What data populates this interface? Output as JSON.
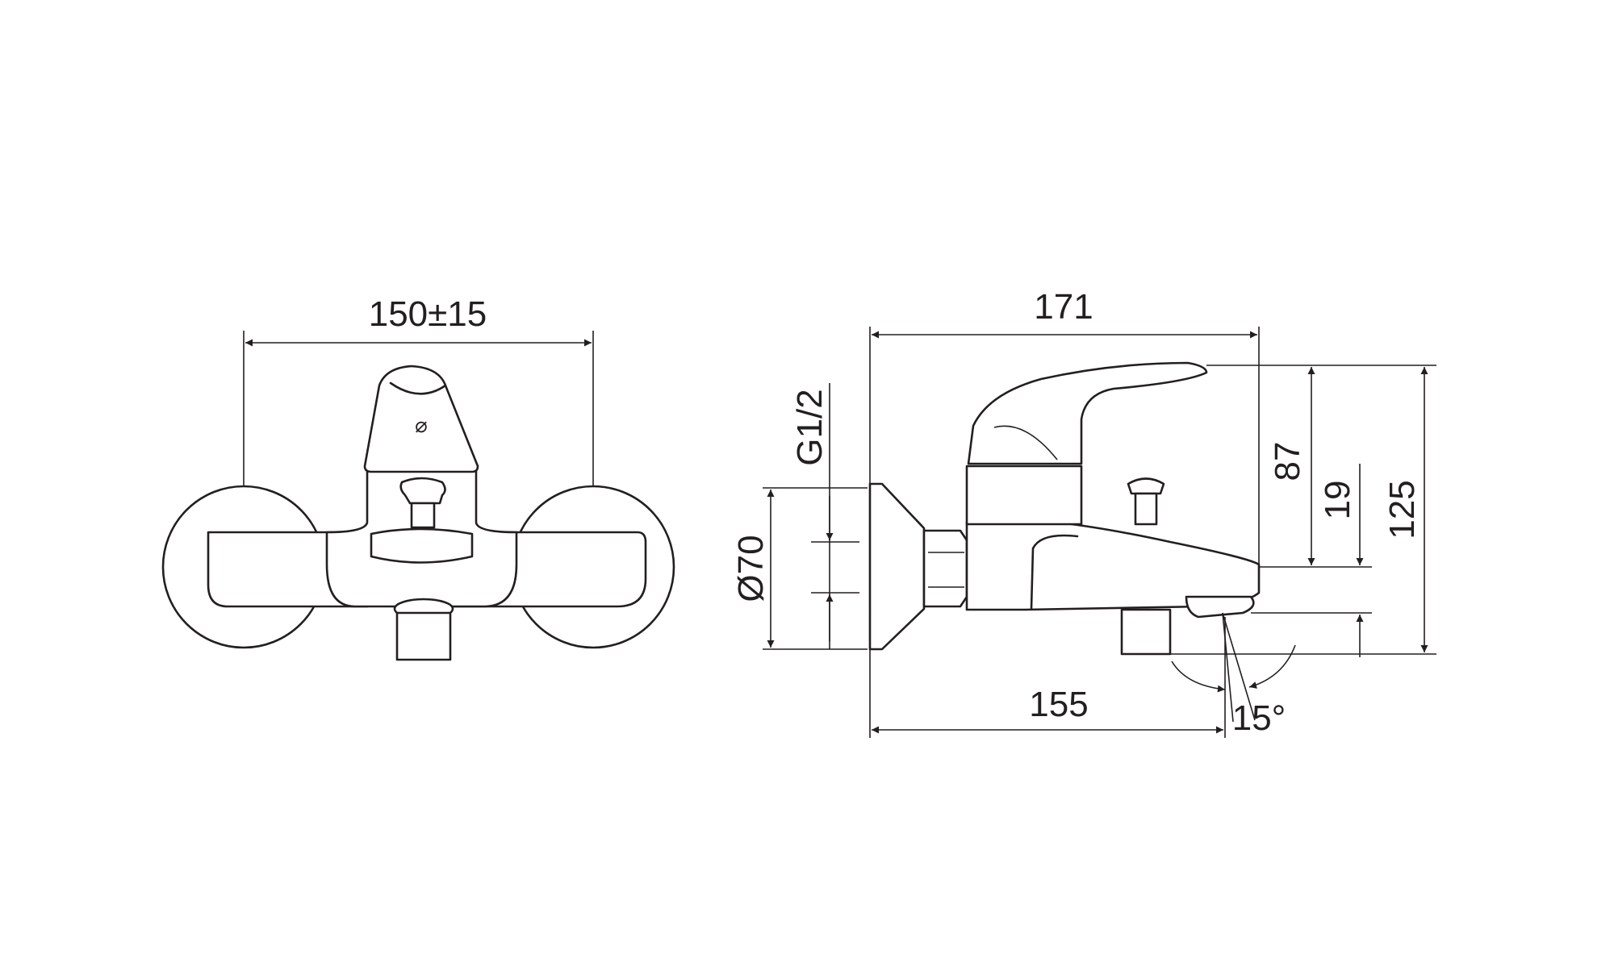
{
  "front_view": {
    "width_label": "150±15",
    "handle_symbol": "⌀"
  },
  "side_view": {
    "length_label": "171",
    "outlet_length_label": "155",
    "thread_label": "G1/2",
    "flange_diameter_label": "Ø70",
    "height_handle_label": "87",
    "outlet_gap_label": "19",
    "total_height_label": "125",
    "spout_angle_label": "15°"
  },
  "colors": {
    "line": "#231f20",
    "background": "#ffffff"
  }
}
